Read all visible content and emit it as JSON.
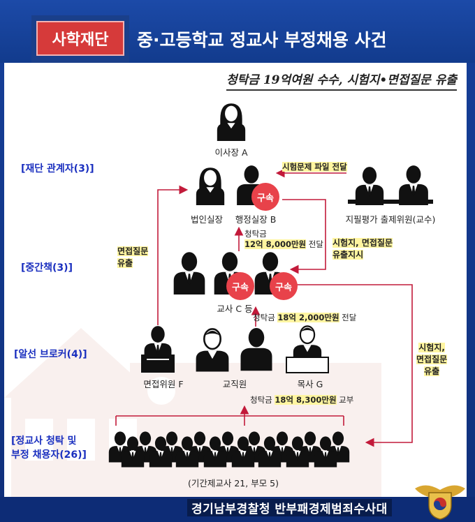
{
  "header": {
    "badge": "사학재단",
    "title": "중·고등학교 정교사 부정채용 사건"
  },
  "subtitle": "청탁금 19억여원 수수, 시험지•면접질문 유출",
  "tiers": {
    "foundation": "[재단 관계자(3)]",
    "middle": "[중간책(3)]",
    "broker": "[알선 브로커(4)]",
    "hired_line1": "[정교사 청탁 및",
    "hired_line2": "부정 채용자(26)]"
  },
  "people": {
    "chairman": "이사장 A",
    "legal_director": "법인실장",
    "admin_director": "행정실장 B",
    "professors": "지필평가 출제위원(교수)",
    "teachers": "교사 C 등",
    "interviewer": "면접위원 F",
    "staff": "교직원",
    "pastor": "목사 G",
    "hired_detail": "(기간제교사 21, 부모 5)"
  },
  "arrest_label": "구속",
  "notes": {
    "exam_delivery": "시험문제 파일 전달",
    "bribe_to_b_line1": "청탁금",
    "bribe_to_b_amount": "12억 8,000만원",
    "bribe_to_b_suffix": " 전달",
    "leak_instruction_line1": "시험지, 면접질문",
    "leak_instruction_line2": "유출지시",
    "interview_leak_line1": "면접질문",
    "interview_leak_line2": "유출",
    "bribe_to_c_prefix": "청탁금 ",
    "bribe_to_c_amount": "18억 2,000만원",
    "bribe_to_c_suffix": " 전달",
    "bribe_paid_prefix": "청탁금 ",
    "bribe_paid_amount": "18억 8,300만원",
    "bribe_paid_suffix": " 교부",
    "final_leak_line1": "시험지,",
    "final_leak_line2": "면접질문",
    "final_leak_line3": "유출"
  },
  "footer": {
    "agency": "경기남부경찰청 반부패경제범죄수사대"
  },
  "colors": {
    "navy": "#123b8d",
    "badge_red": "#d63a3a",
    "arrest_red": "#e8424a",
    "arrow_red": "#c21a3a",
    "tier_blue": "#1a2fbf",
    "highlight_yellow": "#fff5a0"
  }
}
